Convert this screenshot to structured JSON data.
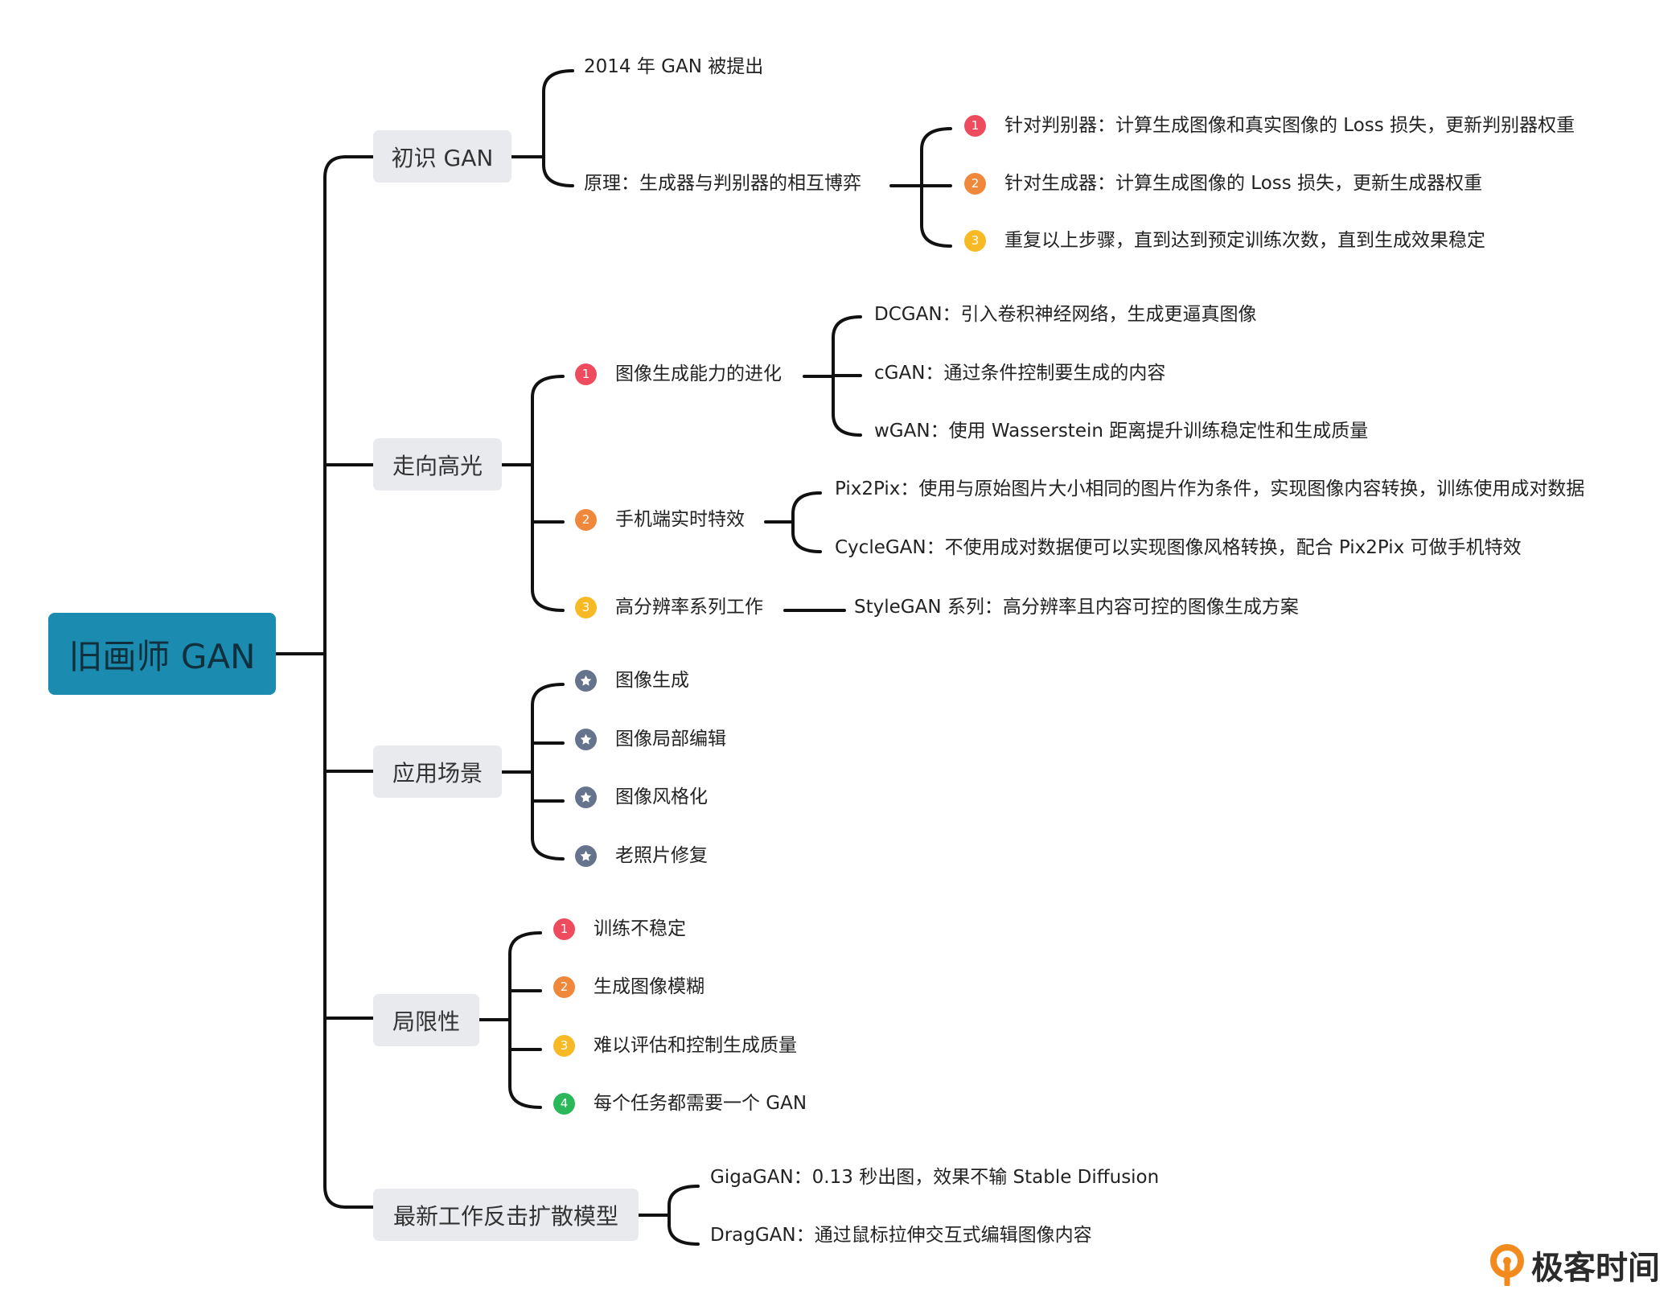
{
  "root": {
    "label": "旧画师 GAN"
  },
  "branches": {
    "intro": {
      "label": "初识 GAN",
      "proposed": "2014 年 GAN 被提出",
      "principle": "原理：生成器与判别器的相互博弈",
      "steps": [
        "针对判别器：计算生成图像和真实图像的 Loss 损失，更新判别器权重",
        "针对生成器：计算生成图像的 Loss 损失，更新生成器权重",
        "重复以上步骤，直到达到预定训练次数，直到生成效果稳定"
      ]
    },
    "highlight": {
      "label": "走向高光",
      "evolution": {
        "label": "图像生成能力的进化",
        "items": [
          "DCGAN：引入卷积神经网络，生成更逼真图像",
          "cGAN：通过条件控制要生成的内容",
          "wGAN：使用 Wasserstein 距离提升训练稳定性和生成质量"
        ]
      },
      "mobile": {
        "label": "手机端实时特效",
        "items": [
          "Pix2Pix：使用与原始图片大小相同的图片作为条件，实现图像内容转换，训练使用成对数据",
          "CycleGAN：不使用成对数据便可以实现图像风格转换，配合 Pix2Pix 可做手机特效"
        ]
      },
      "highres": {
        "label": "高分辨率系列工作",
        "items": [
          "StyleGAN 系列：高分辨率且内容可控的图像生成方案"
        ]
      }
    },
    "apps": {
      "label": "应用场景",
      "items": [
        "图像生成",
        "图像局部编辑",
        "图像风格化",
        "老照片修复"
      ]
    },
    "limits": {
      "label": "局限性",
      "items": [
        "训练不稳定",
        "生成图像模糊",
        "难以评估和控制生成质量",
        "每个任务都需要一个 GAN"
      ]
    },
    "latest": {
      "label": "最新工作反击扩散模型",
      "items": [
        "GigaGAN：0.13 秒出图，效果不输 Stable Diffusion",
        "DragGAN：通过鼠标拉伸交互式编辑图像内容"
      ]
    }
  },
  "badges": {
    "n1": "1",
    "n2": "2",
    "n3": "3",
    "n4": "4"
  },
  "logo": {
    "text": "极客时间"
  },
  "colors": {
    "root": "#1b8cb0",
    "branch_bg": "#e8eaed",
    "badge_1": "#ef4b5f",
    "badge_2": "#f0883c",
    "badge_3": "#f7b924",
    "badge_4": "#2ab85a",
    "badge_star": "#66738d",
    "logo_accent": "#f28a1e"
  }
}
